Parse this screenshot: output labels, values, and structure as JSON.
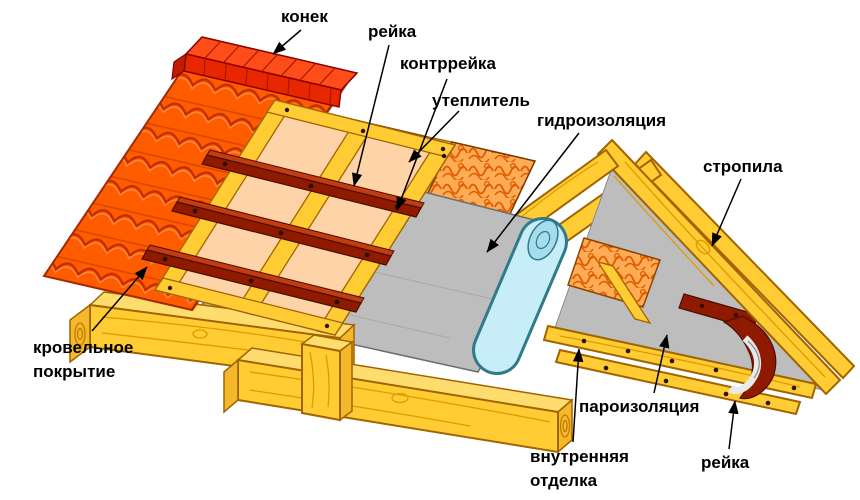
{
  "labels": {
    "ridge": "конек",
    "batten_top": "рейка",
    "counter_batten": "контррейка",
    "insulation": "утеплитель",
    "waterproofing": "гидроизоляция",
    "rafters": "стропила",
    "roof_covering_line1": "кровельное",
    "roof_covering_line2": "покрытие",
    "vapor_barrier": "пароизоляция",
    "interior_finish_line1": "внутренняя",
    "interior_finish_line2": "отделка",
    "batten_bottom": "рейка"
  },
  "colors": {
    "background": "#FFFFFF",
    "label_text": "#000000",
    "tile_orange": "#FF5C00",
    "tile_shadow": "#C22E00",
    "ridge_red": "#E82600",
    "wood_yellow": "#FFCC33",
    "wood_outline": "#A06400",
    "wood_grain": "#E09A00",
    "batten_dark_red": "#8F1A00",
    "batten_top_red": "#C33B10",
    "backing_pink": "#FFD3A8",
    "membrane_gray": "#BDBDBD",
    "roll_blue": "#C6EDF8",
    "insulation_orange": "#FFAC55",
    "insulation_swirl": "#E05A00"
  }
}
